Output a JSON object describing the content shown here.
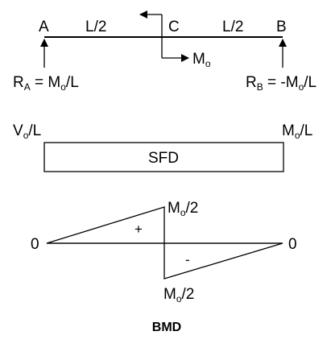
{
  "beam": {
    "point_a": "A",
    "point_b": "B",
    "point_c": "C",
    "span_left": "L/2",
    "span_right": "L/2",
    "moment": {
      "symbol": "M",
      "sub": "o"
    },
    "reaction_a": {
      "symbol": "R",
      "sub": "A",
      "expr_pre": " = M",
      "expr_sub": "o",
      "expr_post": "/L"
    },
    "reaction_b": {
      "symbol": "R",
      "sub": "B",
      "expr_pre": " = -M",
      "expr_sub": "o",
      "expr_post": "/L"
    }
  },
  "sfd": {
    "title": "SFD",
    "left_value": {
      "symbol": "V",
      "sub": "o",
      "post": "/L"
    },
    "right_value": {
      "symbol": "M",
      "sub": "o",
      "post": "/L"
    }
  },
  "bmd": {
    "title": "BMD",
    "left_zero": "0",
    "right_zero": "0",
    "positive_sign": "+",
    "negative_sign": "-",
    "top_value": {
      "symbol": "M",
      "sub": "o",
      "post": "/2"
    },
    "bottom_value": {
      "symbol": "M",
      "sub": "o",
      "post": "/2"
    }
  }
}
